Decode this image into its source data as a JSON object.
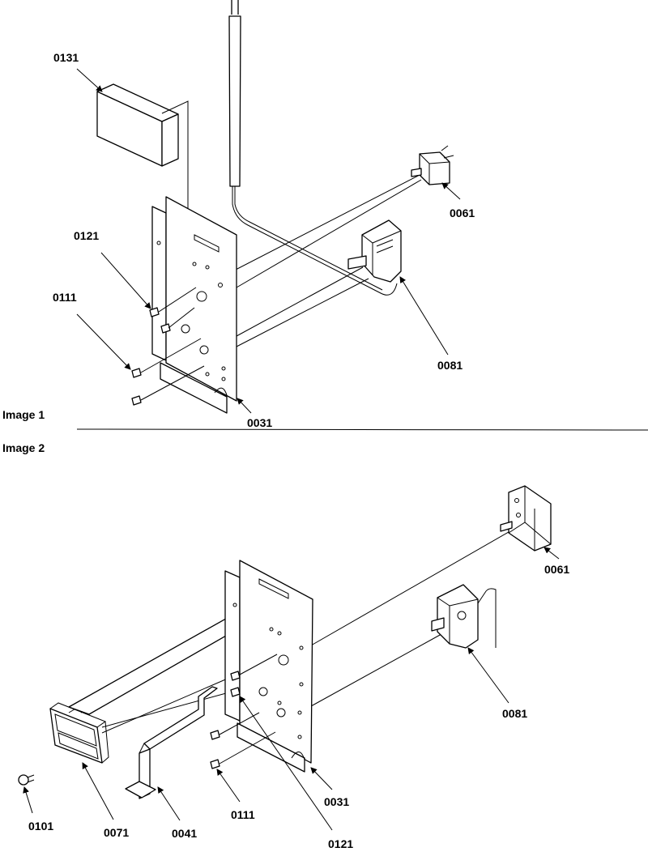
{
  "images": [
    {
      "caption": "Image 1",
      "callouts": [
        {
          "id": "0131",
          "text": "0131"
        },
        {
          "id": "0121",
          "text": "0121"
        },
        {
          "id": "0111",
          "text": "0111"
        },
        {
          "id": "0061",
          "text": "0061"
        },
        {
          "id": "0081",
          "text": "0081"
        },
        {
          "id": "0031",
          "text": "0031"
        }
      ]
    },
    {
      "caption": "Image 2",
      "callouts": [
        {
          "id": "0061",
          "text": "0061"
        },
        {
          "id": "0081",
          "text": "0081"
        },
        {
          "id": "0101",
          "text": "0101"
        },
        {
          "id": "0071",
          "text": "0071"
        },
        {
          "id": "0041",
          "text": "0041"
        },
        {
          "id": "0111",
          "text": "0111"
        },
        {
          "id": "0031",
          "text": "0031"
        },
        {
          "id": "0121",
          "text": "0121"
        }
      ]
    }
  ]
}
